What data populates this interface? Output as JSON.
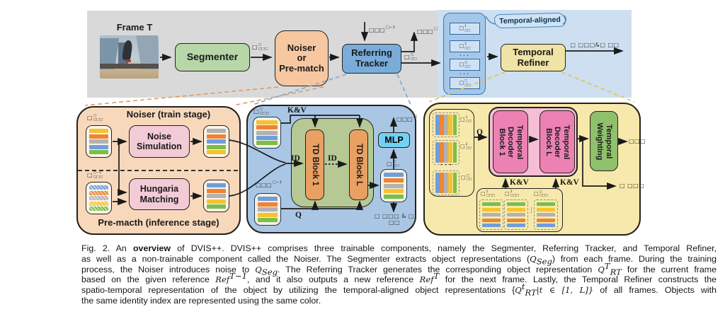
{
  "bar_colors": {
    "yellow": "#f6c22f",
    "orange": "#ee8435",
    "gray": "#b2b2b2",
    "blue": "#6f9fdb",
    "green": "#7abf49"
  },
  "colors": {
    "band_gray": "#d9d9d9",
    "band_blue": "#cddff0",
    "panel_noiser": "#f8d8bb",
    "panel_tracker": "#a9c7e4",
    "panel_refiner": "#f7e9ab",
    "segmenter_green": "#b7d7a8",
    "noiser_orange": "#f6c7a0",
    "tracker_blue": "#79acd8",
    "refiner_yellow": "#efe3a6",
    "td_orange": "#e9a063",
    "decoder_pink": "#ec82b4",
    "mlp_cyan": "#72d2f4",
    "weighting_green": "#8fc06c"
  },
  "top": {
    "frame_label": "Frame T",
    "segmenter": "Segmenter",
    "noiser_lines": [
      "Noiser",
      "or",
      "Pre-match"
    ],
    "tracker_lines": [
      "Referring",
      "Tracker"
    ],
    "refiner_lines": [
      "Temporal",
      "Refiner"
    ],
    "banner": "Temporal-aligned",
    "q_seg": {
      "base": "□",
      "sup": "□",
      "sub": "□□□"
    },
    "ref_in": {
      "base": "□□□",
      "sup": "□−1"
    },
    "ref_out": {
      "base": "□□□",
      "sup": "□"
    },
    "q_rt": {
      "base": "□",
      "sup": "□",
      "sub": "□□"
    },
    "final_label": "□ □□□&□ □□",
    "stack_items": [
      {
        "base": "□",
        "sup": "1",
        "sub": "□□"
      },
      {
        "base": "□",
        "sup": "2",
        "sub": "□□"
      },
      {
        "base": "□",
        "sup": "□",
        "sub": "□□"
      },
      {
        "base": "□",
        "sup": "□",
        "sub": "□□"
      }
    ],
    "dots": "• • •"
  },
  "noiser_panel": {
    "title": "Noiser (train stage)",
    "subtitle": "Pre-macth (inference stage)",
    "noise_sim_lines": [
      "Noise",
      "Simulation"
    ],
    "hungaria_lines": [
      "Hungaria",
      "Matching"
    ],
    "q_seg_t": {
      "base": "□",
      "sup": "□",
      "sub": "□□□"
    },
    "q_seg_t1": {
      "base": "□",
      "sup": "□−1",
      "sub": "□□□"
    }
  },
  "tracker_panel": {
    "kv": "K&V",
    "q": "Q",
    "id1": "ID",
    "id2": "ID",
    "td_block_1": "TD Block 1",
    "td_block_l": "TD Block L",
    "mlp": "MLP",
    "q_seg": {
      "base": "□",
      "sup": "□",
      "sub": "□□□"
    },
    "ref_prev": {
      "base": "□□□",
      "sup": "□−1"
    },
    "ref_new": {
      "base": "□□□",
      "sup": "□"
    },
    "q_rt": {
      "base": "□",
      "sup": "□",
      "sub": "□□"
    },
    "out_label": "□ □□□ & □ □□"
  },
  "refiner_panel": {
    "q": "Q",
    "kv1": "K&V",
    "kv2": "K&V",
    "decoder1_lines": [
      "Temporal",
      "Decoder",
      "Block 1"
    ],
    "decoderL_lines": [
      "Temporal",
      "Decoder",
      "Block L"
    ],
    "weighting_lines": [
      "Temporal",
      "Weighting"
    ],
    "cls_label": "□□□",
    "mask_label": "□ □□□",
    "rt_labels": [
      {
        "base": "□",
        "sup": "1",
        "sub": "□□"
      },
      {
        "base": "□",
        "sup": "2",
        "sub": "□□"
      },
      {
        "base": "□",
        "sup": "□",
        "sub": "□□"
      }
    ],
    "seg_labels": [
      {
        "base": "□",
        "sup": "1",
        "sub": "□□□"
      },
      {
        "base": "□",
        "sup": "2",
        "sub": "□□□"
      },
      {
        "base": "□",
        "sup": "□",
        "sub": "□□□"
      }
    ],
    "hdots": "• • •",
    "vdots": "⋮"
  },
  "stacks": {
    "noiser_in_train": {
      "bars": [
        "yellow",
        "orange",
        "gray",
        "blue",
        "green"
      ]
    },
    "noiser_out_train": {
      "bars": [
        "gray",
        "orange",
        "blue",
        "green",
        "yellow"
      ]
    },
    "noiser_in_infer": {
      "bars": [
        "blue",
        "orange",
        "gray",
        "yellow",
        "green"
      ],
      "striped": true
    },
    "noiser_out_infer": {
      "bars": [
        "blue",
        "orange",
        "gray",
        "yellow",
        "green"
      ]
    },
    "tracker_top": {
      "bars": [
        "yellow",
        "orange",
        "gray",
        "blue",
        "green"
      ]
    },
    "tracker_ref": {
      "bars": [
        "blue",
        "orange",
        "gray",
        "yellow",
        "green"
      ]
    },
    "tracker_out": {
      "bars": [
        "blue",
        "orange",
        "gray",
        "yellow",
        "green"
      ]
    },
    "refiner_rt_group": {
      "bars": [
        "blue",
        "orange",
        "gray",
        "yellow",
        "green"
      ]
    },
    "refiner_seg_group": {
      "bars": [
        "green",
        "yellow",
        "gray",
        "orange",
        "blue"
      ]
    }
  },
  "caption": {
    "lines": [
      [
        {
          "t": "Fig. 2. An "
        },
        {
          "t": "overview",
          "b": 1
        },
        {
          "t": " of DVIS++. DVIS++ comprises three trainable components, namely the Segmenter, Referring Tracker, and Temporal Refiner,"
        }
      ],
      [
        {
          "t": "as well as a non-trainable component called the Noiser. The Segmenter extracts object representations ("
        },
        {
          "t": "Q",
          "m": 1
        },
        {
          "t": "Seg",
          "m": 1,
          "sub": 1
        },
        {
          "t": ") from each frame. During the training"
        }
      ],
      [
        {
          "t": "process, the Noiser introduces noise to "
        },
        {
          "t": "Q",
          "m": 1
        },
        {
          "t": "Seg",
          "m": 1,
          "sub": 1
        },
        {
          "t": ". The Referring Tracker generates the corresponding object representation "
        },
        {
          "t": "Q",
          "m": 1
        },
        {
          "t": "T",
          "m": 1,
          "sup": 1
        },
        {
          "t": "RT",
          "m": 1,
          "sub": 1
        },
        {
          "t": " for the current frame"
        }
      ],
      [
        {
          "t": "based on the given reference "
        },
        {
          "t": "Ref",
          "m": 1
        },
        {
          "t": "T−1",
          "m": 1,
          "sup": 1
        },
        {
          "t": ", and it also outputs a new reference "
        },
        {
          "t": "Ref",
          "m": 1
        },
        {
          "t": "T",
          "m": 1,
          "sup": 1
        },
        {
          "t": " for the next frame. Lastly, the Temporal Refiner constructs the"
        }
      ],
      [
        {
          "t": "spatio-temporal representation of the object by utilizing the temporal-aligned object representations {"
        },
        {
          "t": "Q",
          "m": 1
        },
        {
          "t": "t",
          "m": 1,
          "sup": 1
        },
        {
          "t": "RT",
          "m": 1,
          "sub": 1
        },
        {
          "t": "|t ∈ [1, L]}",
          "m": 1
        },
        {
          "t": " of all frames. Objects with"
        }
      ],
      [
        {
          "t": "the same identity index are represented using the same color."
        }
      ]
    ]
  }
}
